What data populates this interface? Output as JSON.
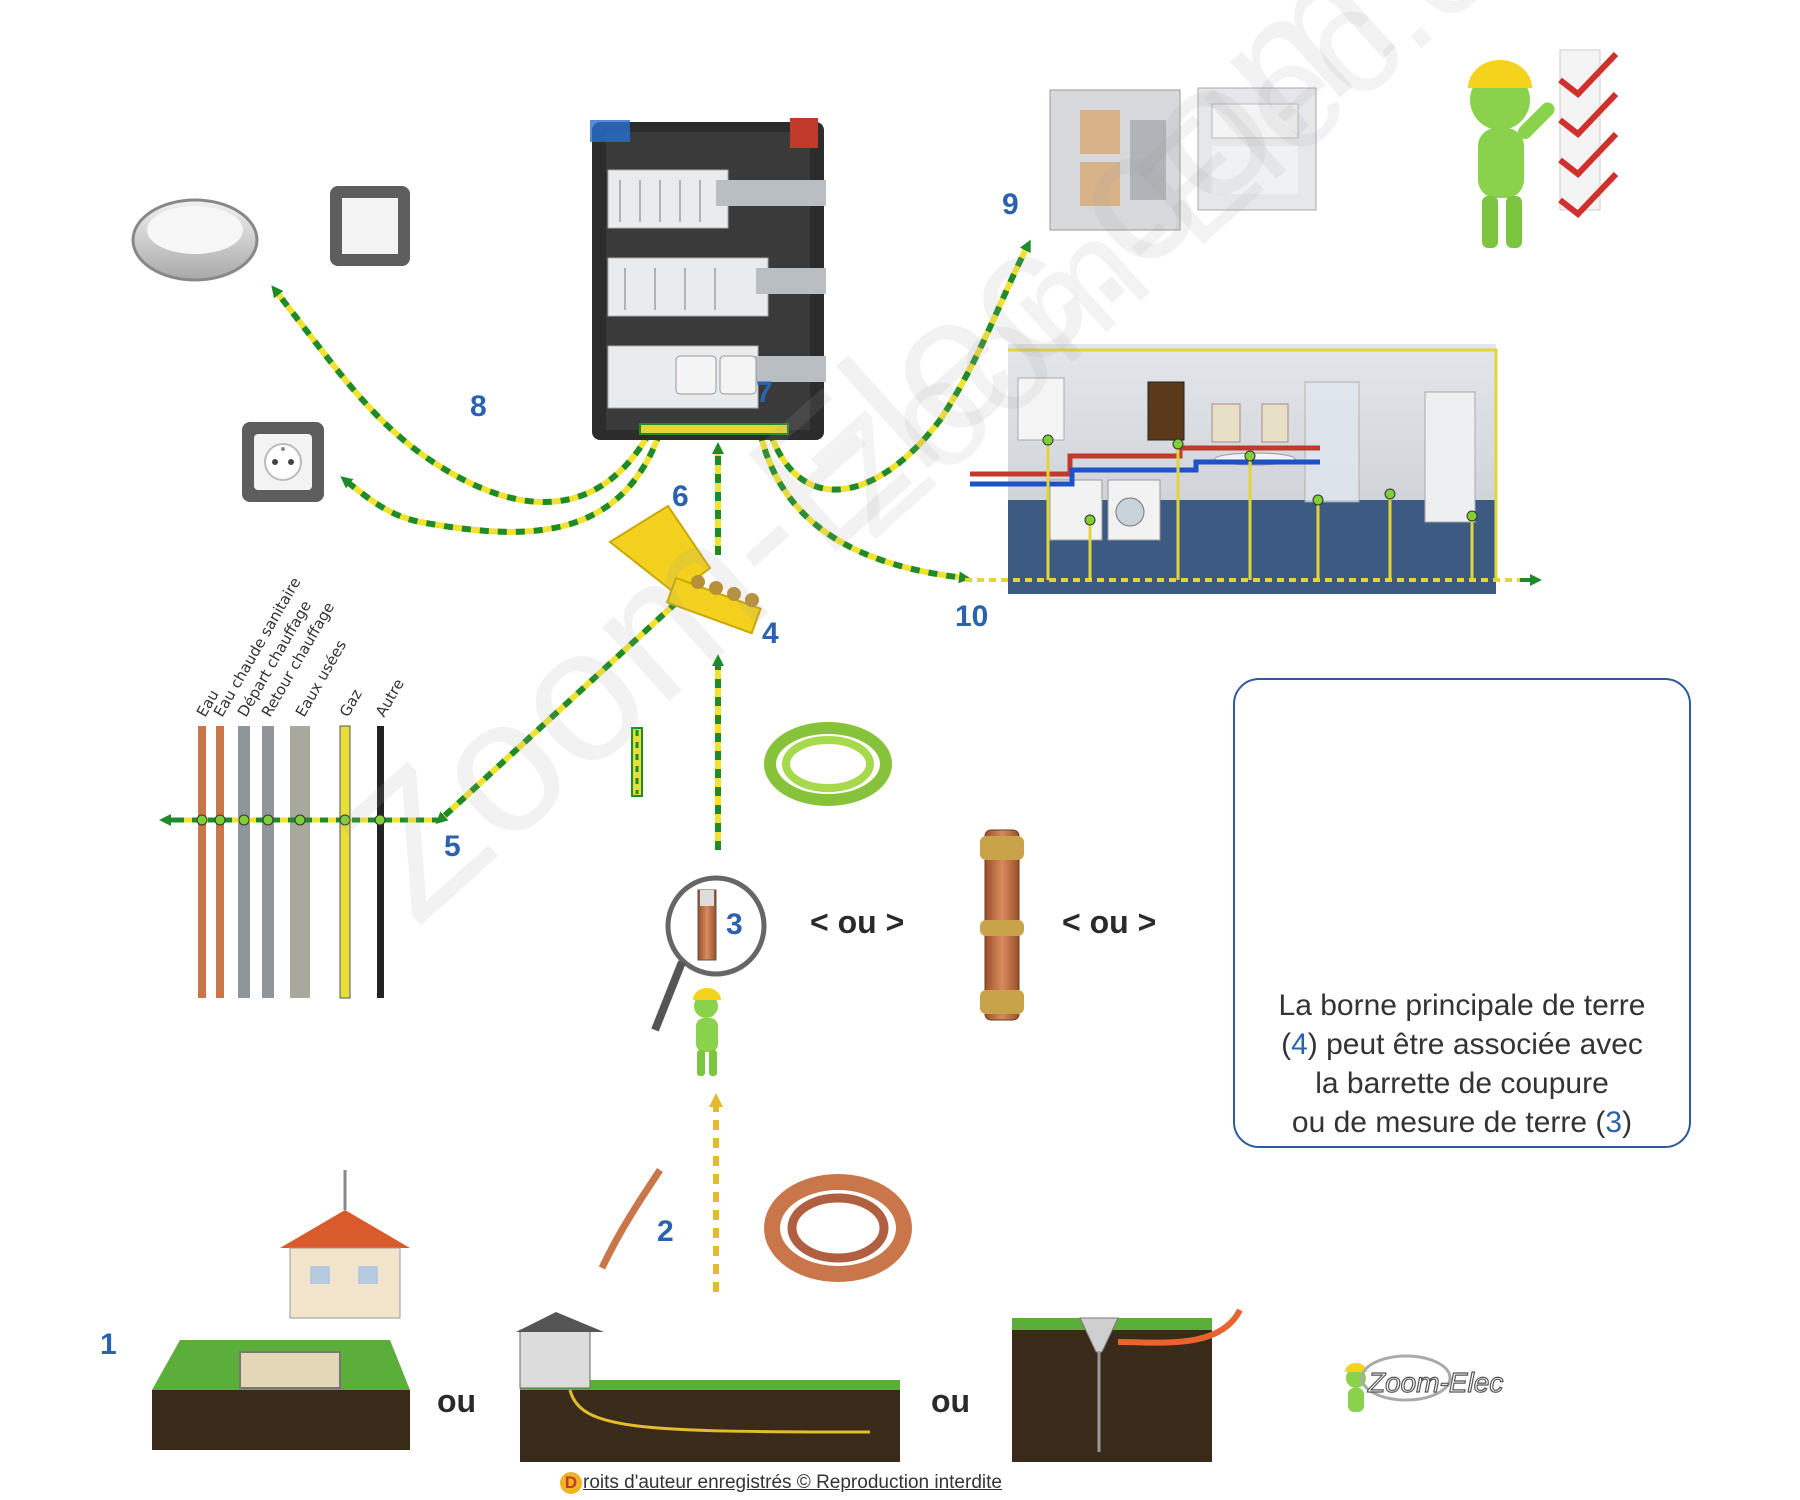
{
  "labels": {
    "n1": "1",
    "n2": "2",
    "n3": "3",
    "n4": "4",
    "n5": "5",
    "n6": "6",
    "n7": "7",
    "n8": "8",
    "n9": "9",
    "n10": "10"
  },
  "separators": {
    "ou_terre_1": "ou",
    "ou_terre_2": "ou",
    "ou_barrette_1": "< ou >",
    "ou_barrette_2": "< ou >"
  },
  "pipes": {
    "eau": "Eau",
    "eau_chaude": "Eau chaude sanitaire",
    "depart_chauffage": "Départ chauffage",
    "retour_chauffage": "Retour chauffage",
    "eaux_usees": "Eaux usées",
    "gaz": "Gaz",
    "autre": "Autre"
  },
  "info": {
    "line1": "La borne principale de terre",
    "line2_open": "(",
    "line2_ref": "4",
    "line2_rest": ") peut être associée avec",
    "line3": "la barrette de coupure",
    "line4_text": "ou de mesure de terre (",
    "line4_ref": "3",
    "line4_close": ")"
  },
  "footer": {
    "copyright_mark": "D",
    "copyright_text": "roits d'auteur enregistrés © Reproduction interdite",
    "brand": "Zoom-Elec"
  },
  "watermark": {
    "text": "Zoom-Elec.com"
  },
  "colors": {
    "earth_green": "#1f8a2a",
    "earth_yellow": "#f1e232",
    "arrow_yellow": "#e3bb2c",
    "number_blue": "#2b62ad",
    "copper": "#c9764a",
    "soil": "#3a2a1a",
    "grass": "#5cae3a"
  }
}
